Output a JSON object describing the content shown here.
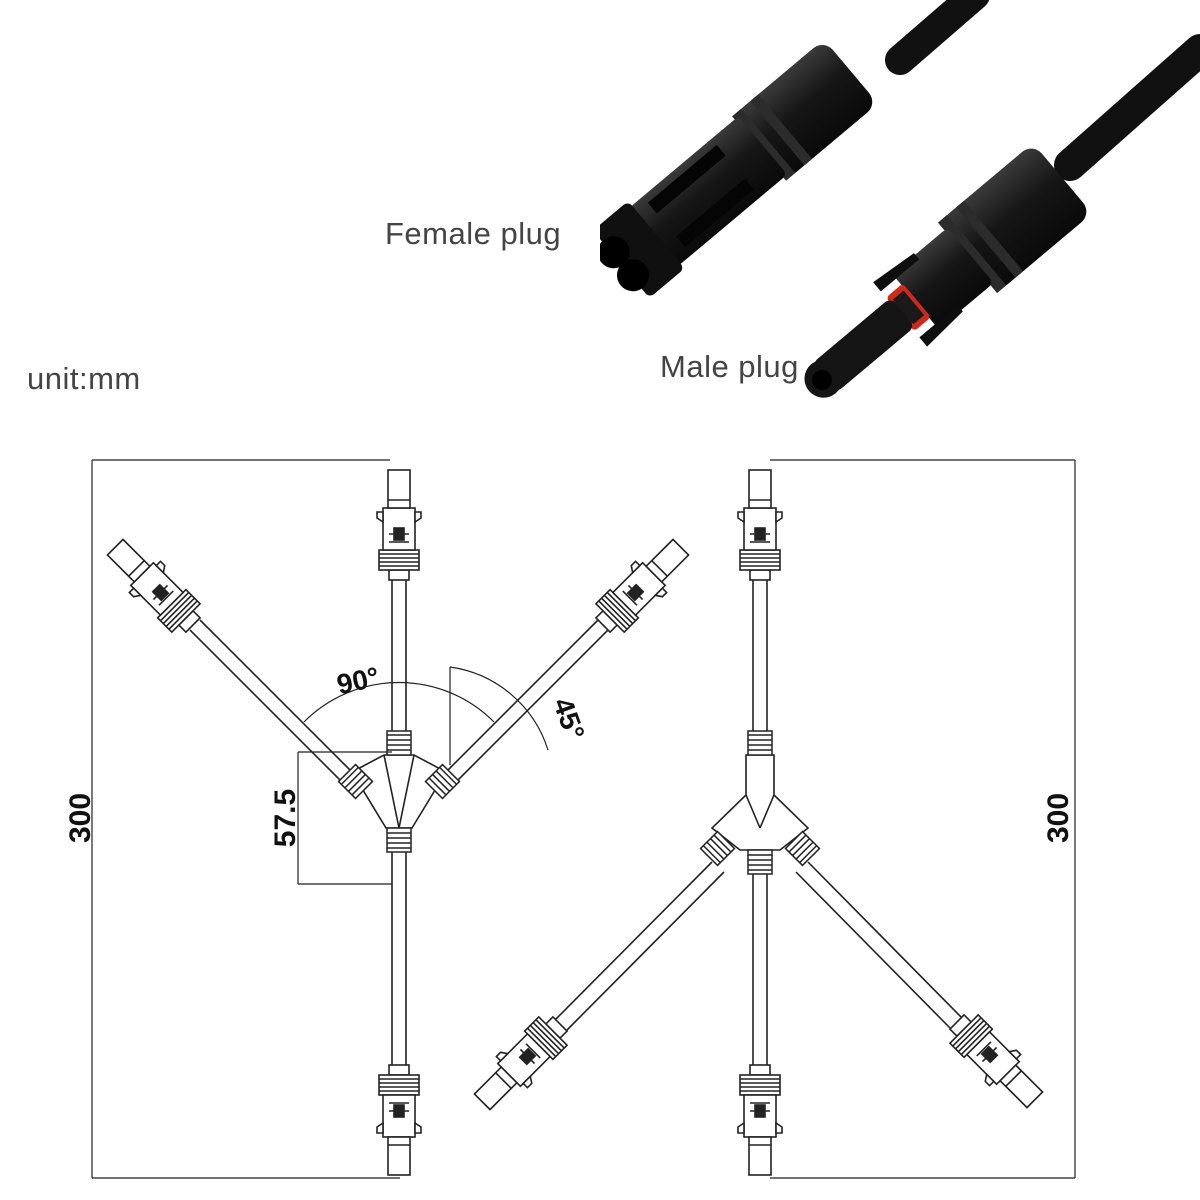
{
  "labels": {
    "female_plug": "Female plug",
    "male_plug": "Male plug",
    "unit": "unit:mm"
  },
  "dimensions": {
    "left_height": "300",
    "right_height": "300",
    "branch_offset": "57.5",
    "angle_between_branches": "90°",
    "angle_branch_to_center": "45°"
  },
  "colors": {
    "plug_body": "#151515",
    "seal_ring": "#cc2a1a",
    "line": "#222222"
  }
}
